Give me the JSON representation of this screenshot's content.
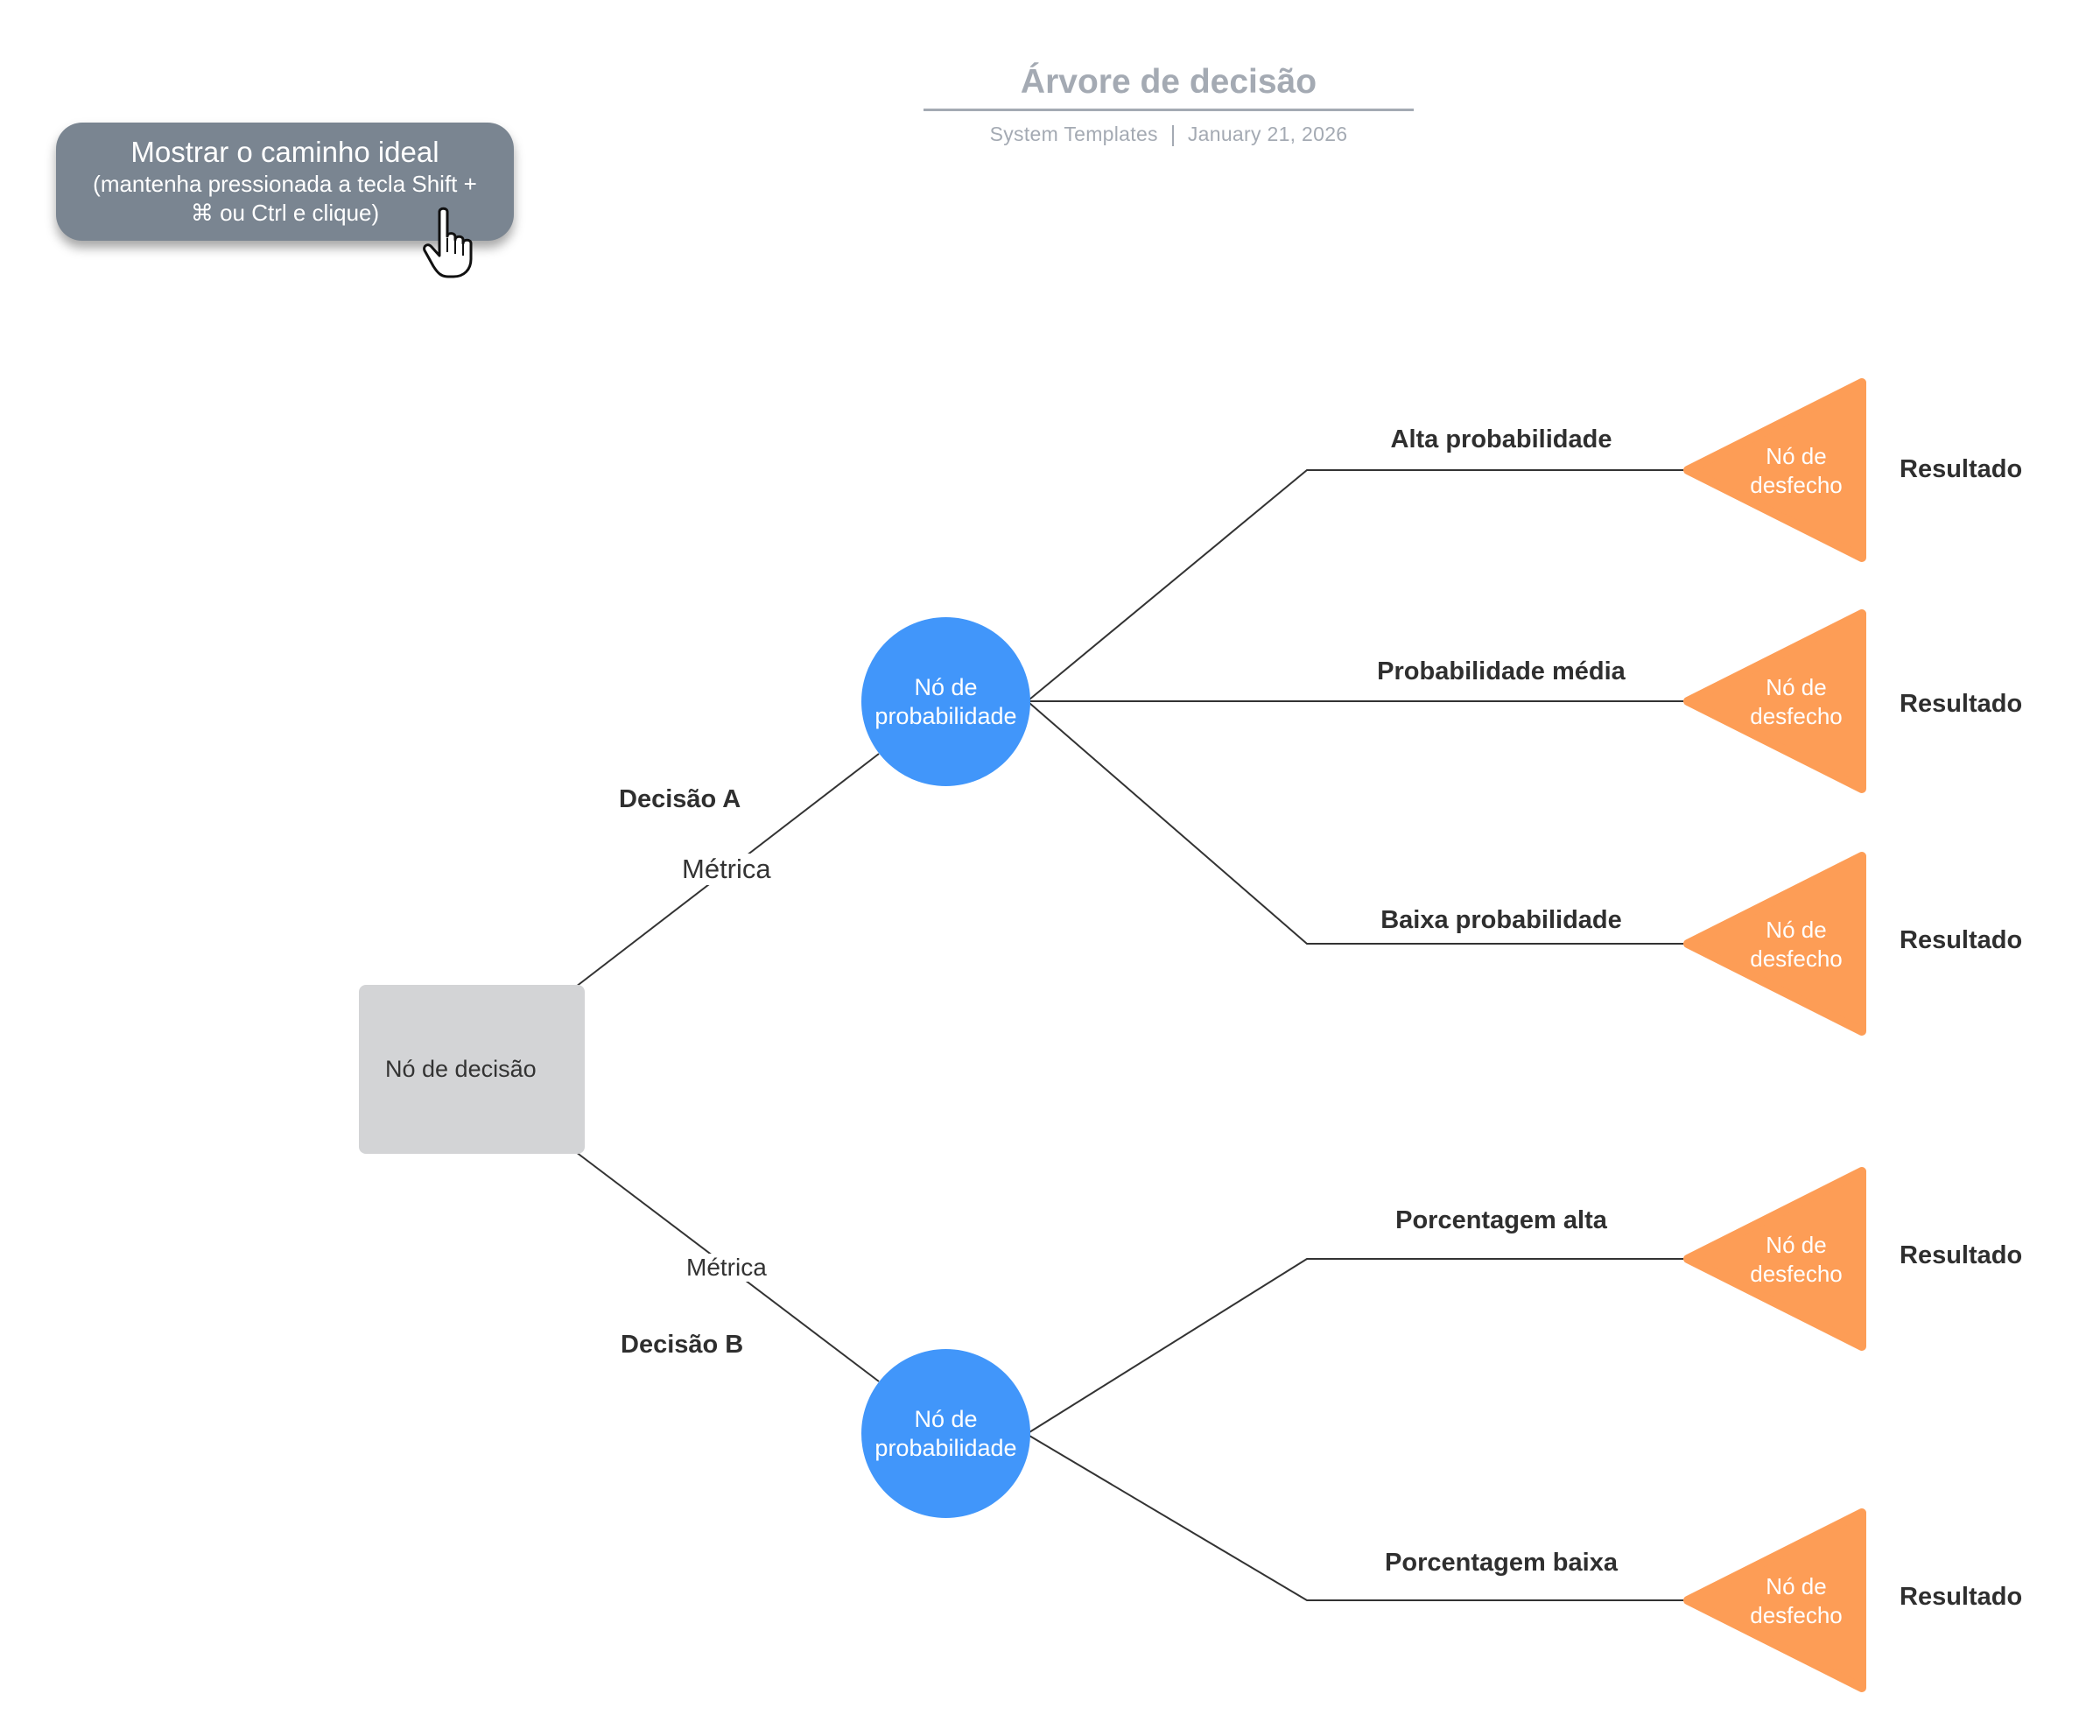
{
  "header": {
    "title": "Árvore de decisão",
    "source": "System Templates",
    "date": "January 21, 2026"
  },
  "path_button": {
    "label": "Mostrar o caminho ideal",
    "hint_line1": "(mantenha pressionada a tecla Shift +",
    "hint_line2": "⌘ ou Ctrl e clique)"
  },
  "tree": {
    "decision_node": "Nó de decisão",
    "decision_a": {
      "label": "Decisão A",
      "metric": "Métrica"
    },
    "decision_b": {
      "label": "Decisão B",
      "metric": "Métrica"
    },
    "chance_node_label": "Nó de\nprobabilidade",
    "outcome_node_line1": "Nó de",
    "outcome_node_line2": "desfecho",
    "branches_a": [
      {
        "label": "Alta probabilidade",
        "result": "Resultado"
      },
      {
        "label": "Probabilidade média",
        "result": "Resultado"
      },
      {
        "label": "Baixa probabilidade",
        "result": "Resultado"
      }
    ],
    "branches_b": [
      {
        "label": "Porcentagem alta",
        "result": "Resultado"
      },
      {
        "label": "Porcentagem baixa",
        "result": "Resultado"
      }
    ]
  },
  "colors": {
    "chance_node": "#4196fa",
    "outcome_node": "#fd9d56",
    "decision_node": "#d3d4d6",
    "button": "#7a8591",
    "connector": "#333333",
    "title": "#a4aab3"
  }
}
